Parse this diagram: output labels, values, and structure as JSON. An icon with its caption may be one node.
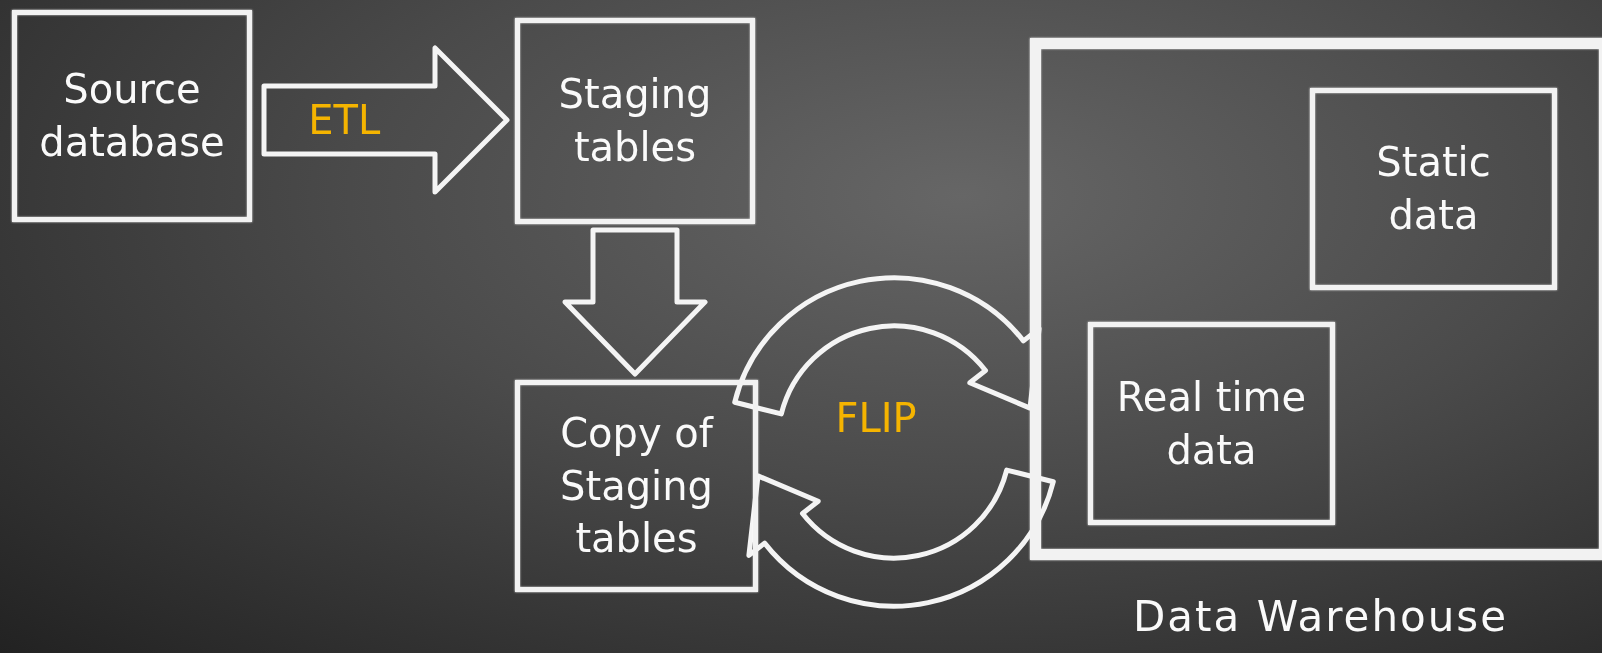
{
  "diagram": {
    "nodes": [
      {
        "text": [
          "Source database"
        ]
      },
      {
        "text": [
          "Staging tables"
        ]
      },
      {
        "text": [
          "Copy of Staging tables"
        ]
      },
      {
        "text": [
          "Data Warehouse"
        ]
      },
      {
        "text": [
          "Static data"
        ],
        "in": 3
      },
      {
        "text": [
          "Real time data"
        ],
        "in": 3
      }
    ],
    "edges": [
      {
        "from": 0,
        "to": 1,
        "arrow": "to",
        "label": "ETL"
      },
      {
        "from": 1,
        "to": 2,
        "arrow": "to"
      },
      {
        "from": 2,
        "to": 3,
        "arrow": "to",
        "label": "FLIP"
      },
      {
        "from": 3,
        "to": 2,
        "arrow": "to"
      }
    ]
  }
}
